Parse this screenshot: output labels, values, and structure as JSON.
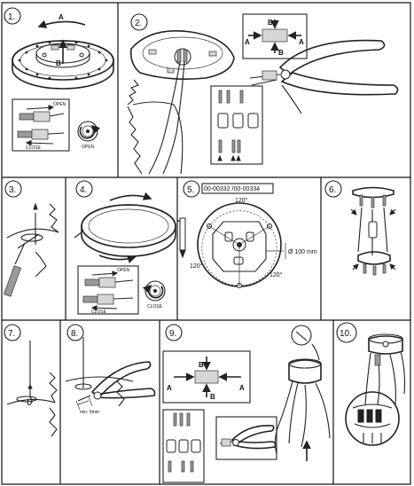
{
  "steps": [
    "1.",
    "2.",
    "3.",
    "4.",
    "5.",
    "6.",
    "7.",
    "8.",
    "9.",
    "10."
  ],
  "step1": {
    "arrow_a": "A",
    "arrow_b": "B",
    "open": "OPEN",
    "close": "CLOSE",
    "dial_open": "OPEN"
  },
  "step2": {
    "a_left": "A",
    "a_right": "A",
    "b_top": "B",
    "b_bottom": "B"
  },
  "step4": {
    "open": "OPEN",
    "close": "CLOSE",
    "dial_close": "CLOSE"
  },
  "step5": {
    "codes": "00-00332 /00-00334",
    "angle_top": "120°",
    "angle_left": "120°",
    "angle_right": "120°",
    "diameter": "Ø 100 mm"
  },
  "step8": {
    "strip": "min. 5mm"
  },
  "step9": {
    "a_left": "A",
    "a_right": "A",
    "b_top": "B",
    "b_bottom": "B"
  }
}
